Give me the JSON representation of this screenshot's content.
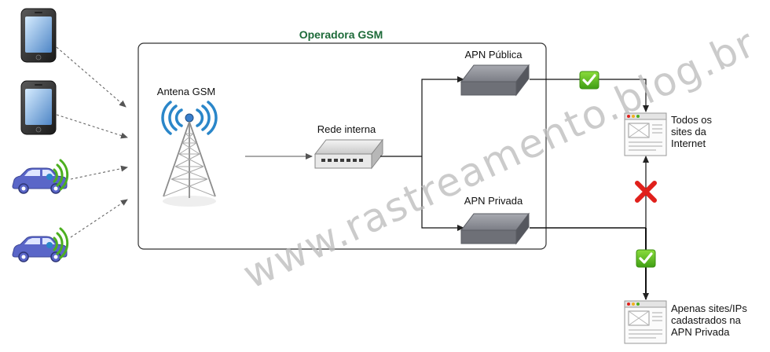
{
  "diagram": {
    "title": "Operadora GSM",
    "watermark": "www.rastreamento.blog.br",
    "nodes": {
      "antenna": "Antena GSM",
      "internal_network": "Rede interna",
      "apn_public": "APN Pública",
      "apn_private": "APN Privada",
      "internet_sites": [
        "Todos os",
        "sites da",
        "Internet"
      ],
      "registered_sites": [
        "Apenas sites/IPs",
        "cadastrados na",
        "APN Privada"
      ]
    },
    "devices": [
      "smartphone-icon",
      "smartphone-icon",
      "car-icon",
      "car-icon"
    ],
    "colors": {
      "title": "#1e6b3a",
      "check": "#4caf1f",
      "cross": "#e0201b",
      "signal_green": "#4caf1f",
      "signal_blue": "#2a86c9",
      "car": "#5a66c8",
      "router": "#7c7e86"
    }
  }
}
